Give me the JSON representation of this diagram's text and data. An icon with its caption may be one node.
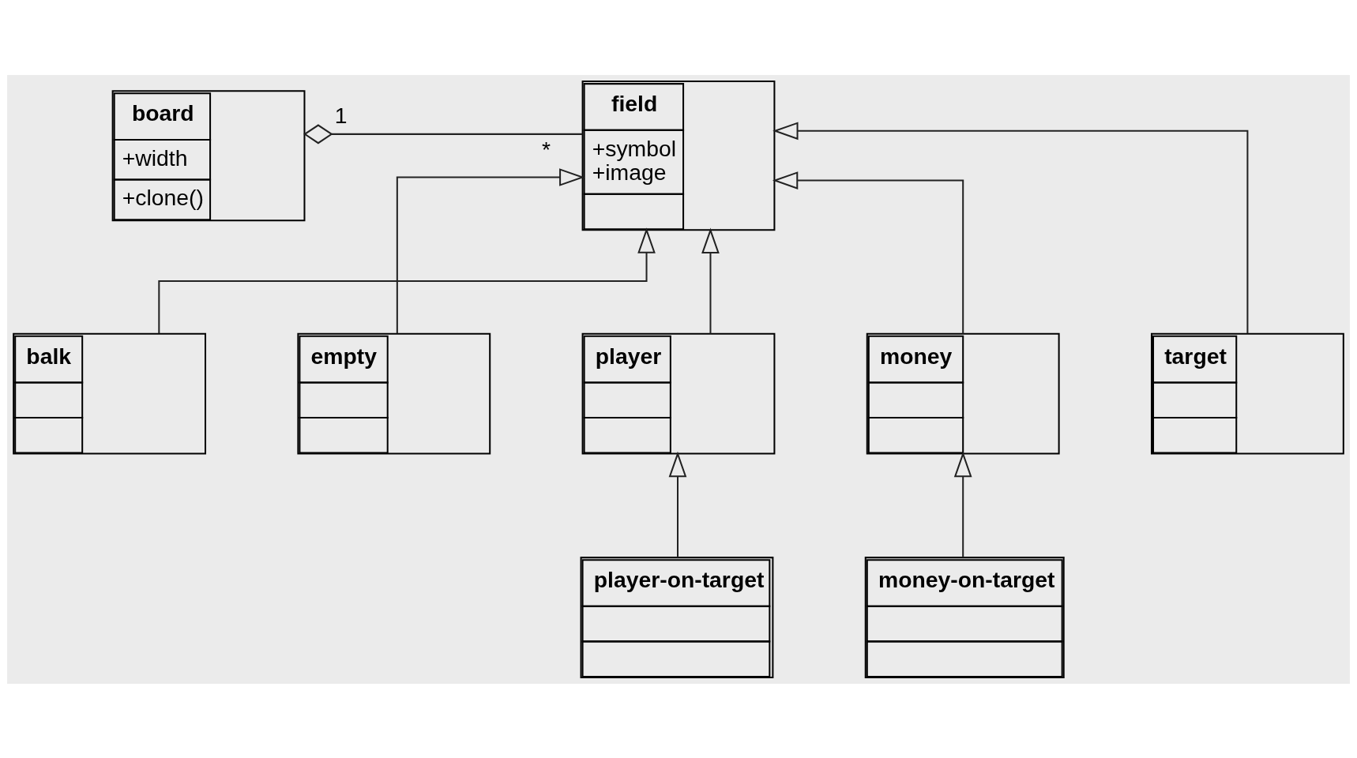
{
  "diagram": {
    "nodes": [
      {
        "text": [
          "board",
          "+width",
          "+clone()"
        ]
      },
      {
        "text": [
          "field",
          "+symbol +image"
        ]
      },
      {
        "text": [
          "balk"
        ]
      },
      {
        "text": [
          "empty"
        ]
      },
      {
        "text": [
          "player"
        ]
      },
      {
        "text": [
          "money"
        ]
      },
      {
        "text": [
          "target"
        ]
      },
      {
        "text": [
          "player-on-target"
        ]
      },
      {
        "text": [
          "money-on-target"
        ]
      }
    ],
    "edges": [
      {
        "from": 0,
        "to": 1,
        "arrow": "other"
      },
      {
        "from": 2,
        "to": 1,
        "arrow": "to"
      },
      {
        "from": 3,
        "to": 1,
        "arrow": "to"
      },
      {
        "from": 4,
        "to": 1,
        "arrow": "to"
      },
      {
        "from": 5,
        "to": 1,
        "arrow": "to"
      },
      {
        "from": 6,
        "to": 1,
        "arrow": "to"
      },
      {
        "from": 7,
        "to": 4,
        "arrow": "to"
      },
      {
        "from": 8,
        "to": 5,
        "arrow": "to"
      }
    ],
    "labels": [
      "1",
      "*"
    ]
  }
}
